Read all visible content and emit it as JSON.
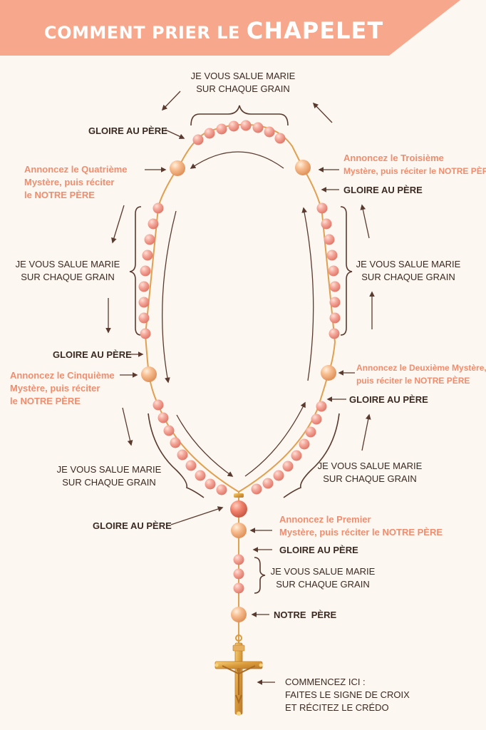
{
  "header": {
    "title_light": "COMMENT PRIER LE ",
    "title_bold": "CHAPELET",
    "banner_color": "#f7a88c"
  },
  "colors": {
    "bead_pink": "#f3998d",
    "bead_orange": "#f4b48a",
    "chain_gold": "#e0a050",
    "arrow_dark": "#5a3a2e",
    "accent_text": "#f08d6e",
    "dark_text": "#3b2a22"
  },
  "labels": {
    "ave_top": [
      "JE VOUS SALUE MARIE",
      "SUR CHAQUE GRAIN"
    ],
    "gloire_top_left": "GLOIRE AU PÈRE",
    "mystere4": [
      "Annoncez le Quatrième",
      "Mystère, puis réciter",
      "le NOTRE PÈRE"
    ],
    "mystere3": [
      "Annoncez le Troisième",
      "Mystère, puis réciter le NOTRE PÈRE"
    ],
    "gloire_right_top": "GLOIRE AU PÈRE",
    "ave_left_upper": [
      "JE VOUS SALUE MARIE",
      "SUR CHAQUE GRAIN"
    ],
    "ave_right_upper": [
      "JE VOUS SALUE MARIE",
      "SUR CHAQUE GRAIN"
    ],
    "gloire_left_mid": "GLOIRE AU PÈRE",
    "mystere5": [
      "Annoncez le Cinquième",
      "Mystère, puis réciter",
      "le NOTRE PÈRE"
    ],
    "mystere2": [
      "Annoncez le Deuxième Mystère,",
      "puis réciter le NOTRE PÈRE"
    ],
    "gloire_right_mid": "GLOIRE AU PÈRE",
    "ave_left_lower": [
      "JE VOUS SALUE MARIE",
      "SUR CHAQUE GRAIN"
    ],
    "ave_right_lower": [
      "JE VOUS SALUE MARIE",
      "SUR CHAQUE GRAIN"
    ],
    "gloire_bottom_left": "GLOIRE AU PÈRE",
    "mystere1": [
      "Annoncez le Premier",
      "Mystère, puis réciter le NOTRE PÈRE"
    ],
    "gloire_stem": "GLOIRE AU PÈRE",
    "ave_stem": [
      "JE VOUS SALUE MARIE",
      "SUR CHAQUE GRAIN"
    ],
    "notre_pere": "NOTRE  PÈRE",
    "commencez": [
      "COMMENCEZ ICI :",
      "FAITES LE SIGNE DE CROIX",
      "ET RÉCITEZ LE CRÉDO"
    ]
  }
}
